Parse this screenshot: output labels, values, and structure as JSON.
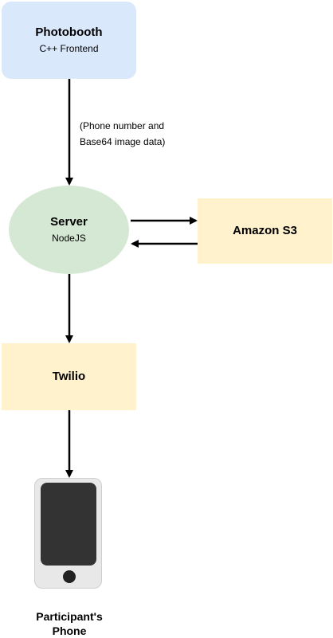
{
  "nodes": {
    "photobooth": {
      "title": "Photobooth",
      "subtitle": "C++ Frontend",
      "color": "#dae8fc"
    },
    "server": {
      "title": "Server",
      "subtitle": "NodeJS",
      "color": "#d5e8d4"
    },
    "amazon": {
      "title": "Amazon S3",
      "color": "#fff2cc"
    },
    "twilio": {
      "title": "Twilio",
      "color": "#fff2cc"
    },
    "phone": {
      "label_line1": "Participant's",
      "label_line2": "Phone",
      "icon": "smartphone-icon"
    }
  },
  "edges": {
    "photobooth_to_server": {
      "label_line1": "(Phone number and",
      "label_line2": "Base64 image data)"
    }
  }
}
